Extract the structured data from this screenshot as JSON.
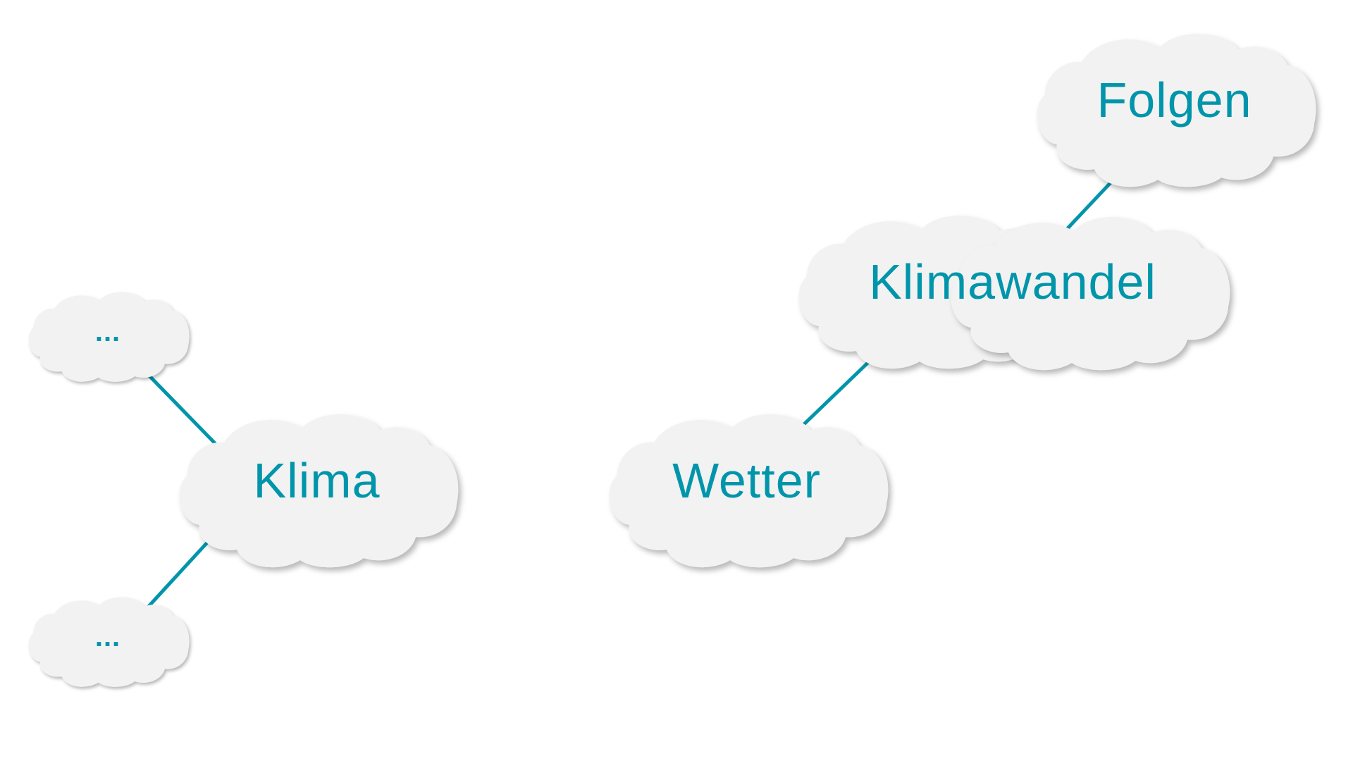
{
  "diagram": {
    "title": "",
    "colors": {
      "accent": "#0095AA",
      "cloud_fill": "#F2F2F2",
      "background": "#FFFFFF"
    },
    "nodes": [
      {
        "id": "dots-top",
        "label": "...",
        "shape": "cloud-icon"
      },
      {
        "id": "dots-bottom",
        "label": "...",
        "shape": "cloud-icon"
      },
      {
        "id": "klima",
        "label": "Klima",
        "shape": "cloud-icon"
      },
      {
        "id": "wetter",
        "label": "Wetter",
        "shape": "cloud-icon"
      },
      {
        "id": "klimawandel",
        "label": "Klimawandel",
        "shape": "double-cloud-icon"
      },
      {
        "id": "folgen",
        "label": "Folgen",
        "shape": "cloud-icon"
      }
    ],
    "edges": [
      {
        "from": "dots-top",
        "to": "klima"
      },
      {
        "from": "klima",
        "to": "dots-bottom"
      },
      {
        "from": "wetter",
        "to": "klimawandel"
      },
      {
        "from": "klimawandel",
        "to": "folgen"
      }
    ]
  }
}
